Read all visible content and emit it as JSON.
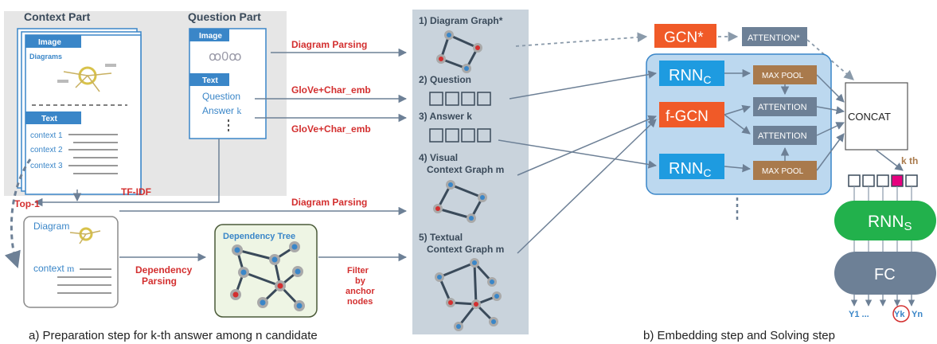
{
  "colors": {
    "red": "#d32f2f",
    "blue": "#3a86c8",
    "slate": "#6d8096",
    "orange": "#f05a28",
    "cyan": "#1e9be0",
    "brown": "#a97a4c",
    "green": "#22b14c",
    "magenta": "#e6007e",
    "panel": "#c9d3dc",
    "context_bg": "#e6e6e6",
    "embed_bg": "#bcd8ef",
    "tree_bg": "#eef5e4"
  },
  "prep": {
    "context_part": "Context Part",
    "question_part": "Question Part",
    "image_label": "Image",
    "diagrams_label": "Diagrams",
    "text_label": "Text",
    "context_lines": [
      "context 1",
      "context 2",
      "context 3"
    ],
    "q_image_label": "Image",
    "q_text_label": "Text",
    "question_word": "Question",
    "answer_word": "Answer",
    "k": "k",
    "tfidf": "TF-IDF",
    "top1": "Top-1",
    "selected_diagram": "Diagram",
    "selected_context": "context",
    "m": "m",
    "dep_parsing": [
      "Dependency",
      "Parsing"
    ],
    "dep_tree": "Dependency Tree",
    "filter": [
      "Filter",
      "by",
      "anchor",
      "nodes"
    ],
    "diagram_parsing": "Diagram Parsing",
    "glove": "GloVe+Char_emb",
    "caption": "a) Preparation step for k-th answer among n candidate"
  },
  "graphs": {
    "g1": "1) Diagram Graph*",
    "g2": "2) Question",
    "g3": "3) Answer k",
    "g4": [
      "4) Visual",
      "Context Graph m"
    ],
    "g5": [
      "5) Textual",
      "Context Graph m"
    ]
  },
  "model": {
    "gcn": "GCN*",
    "attention_star": "ATTENTION*",
    "rnn_c": "RNN",
    "rnn_c_sub": "C",
    "fgcn": "f-GCN",
    "max_pool": "MAX POOL",
    "attention": "ATTENTION",
    "concat": "CONCAT",
    "k_th": "k th",
    "rnn_s": "RNN",
    "rnn_s_sub": "S",
    "fc": "FC",
    "y1": "Y1 ...",
    "yk": "Yk",
    "yn": "Yn",
    "caption": "b) Embedding step and Solving step"
  }
}
